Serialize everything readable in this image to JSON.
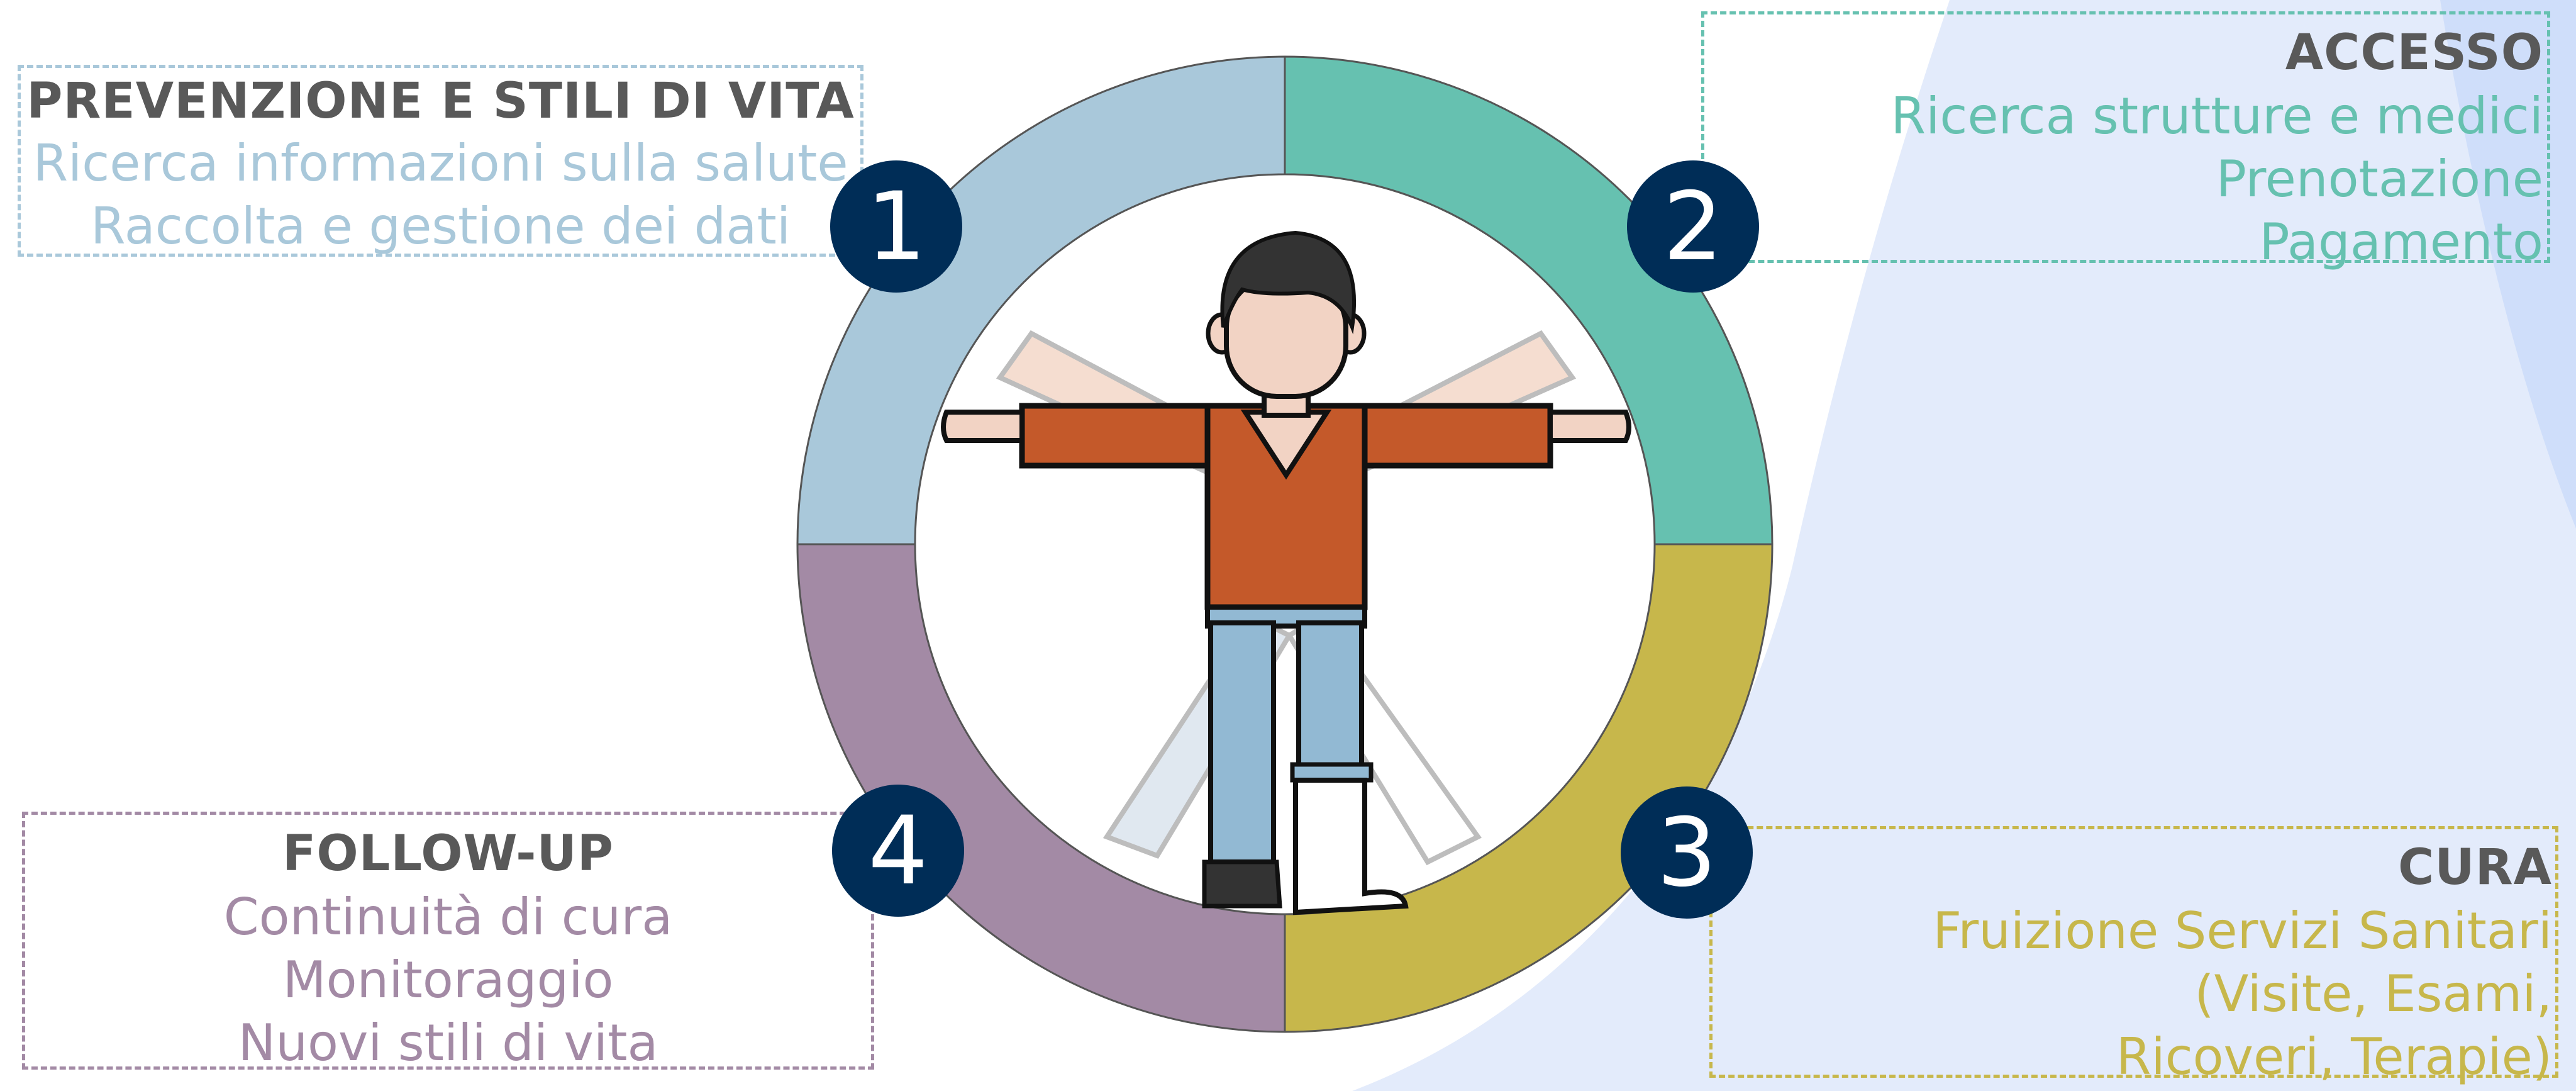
{
  "colors": {
    "stage1": "#a9c8da",
    "stage2": "#66c1b0",
    "stage3": "#c7b74b",
    "stage4": "#a38aa5",
    "badge": "#002d57",
    "title": "#595959",
    "background_shape": "#e3ebfb"
  },
  "stages": [
    {
      "number": "1",
      "title": "PREVENZIONE E STILI DI VITA",
      "items": [
        "Ricerca informazioni sulla salute",
        "Raccolta e gestione dei dati"
      ]
    },
    {
      "number": "2",
      "title": "ACCESSO",
      "items": [
        "Ricerca strutture e medici",
        "Prenotazione",
        "Pagamento"
      ]
    },
    {
      "number": "3",
      "title": "CURA",
      "items": [
        "Fruizione Servizi Sanitari",
        "(Visite, Esami,",
        "Ricoveri, Terapie)"
      ]
    },
    {
      "number": "4",
      "title": "FOLLOW-UP",
      "items": [
        "Continuità di cura",
        "Monitoraggio",
        "Nuovi stili di vita"
      ]
    }
  ],
  "illustration": {
    "icon": "person-with-cast-icon"
  }
}
